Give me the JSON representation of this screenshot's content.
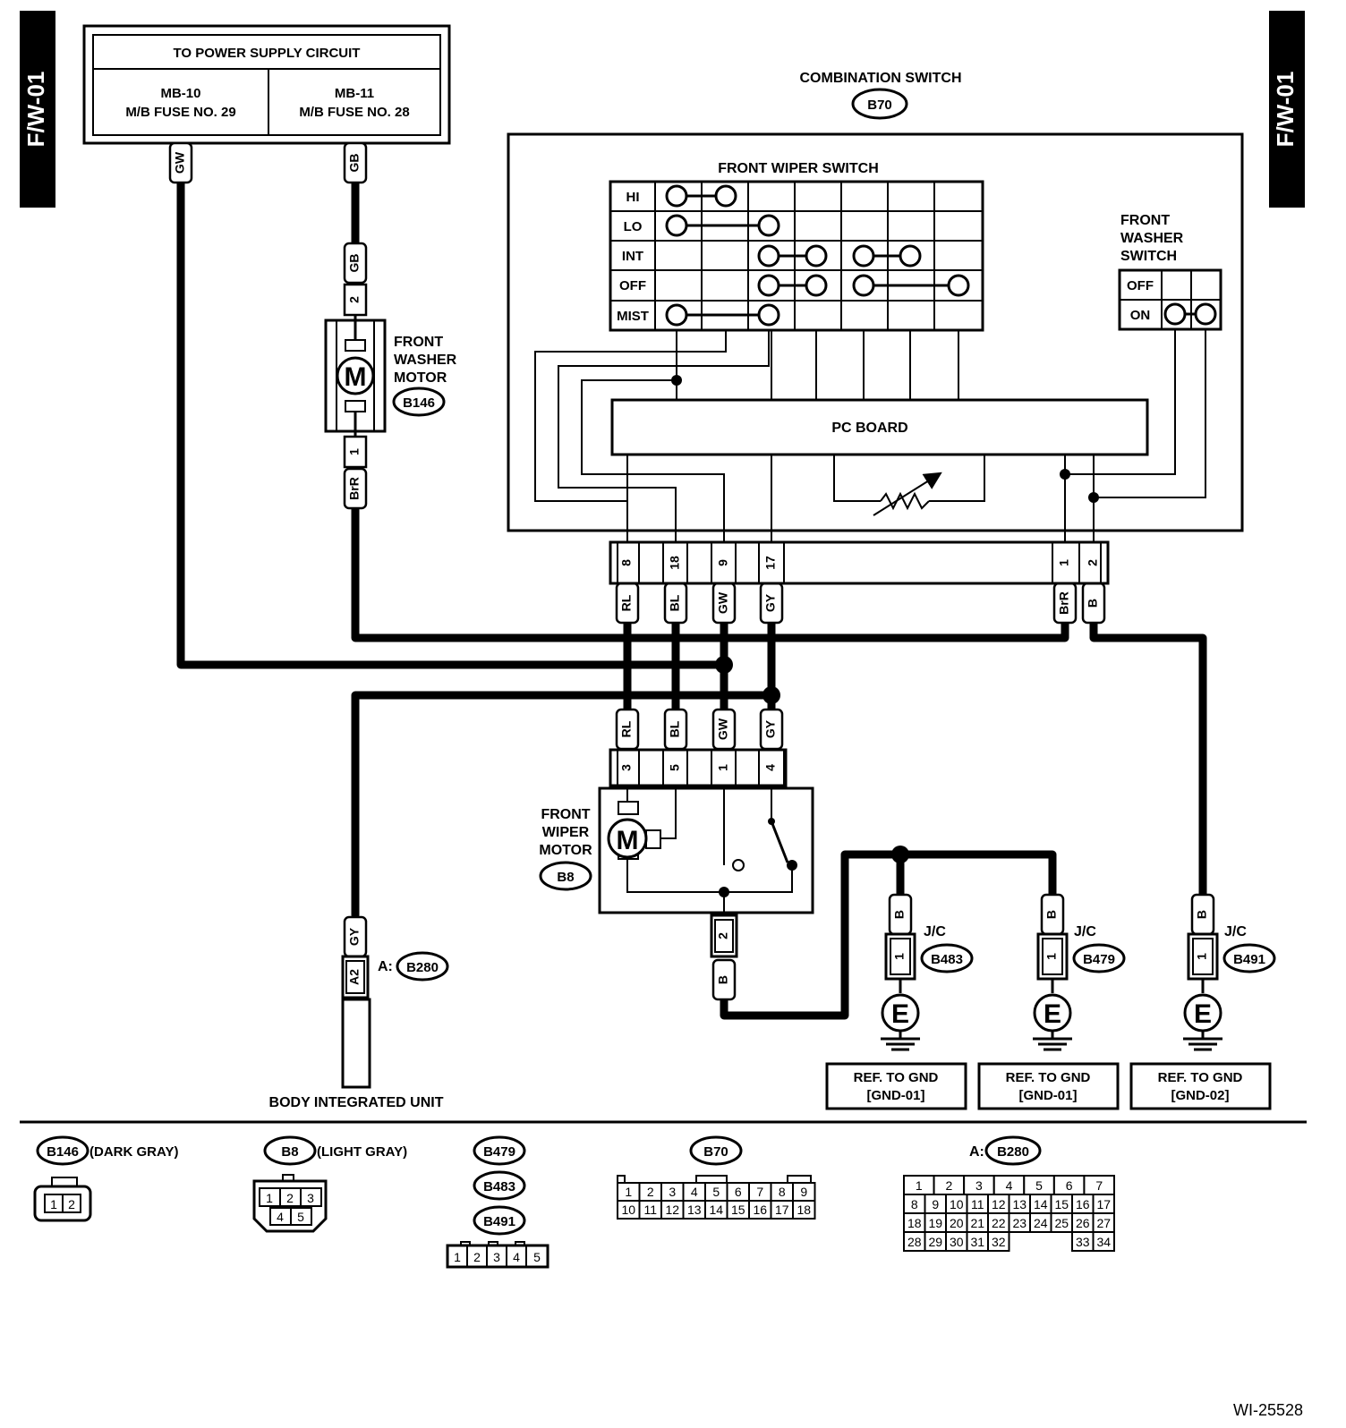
{
  "page_tag": "F/W-01",
  "diagram_id": "WI-25528",
  "power_supply": {
    "title": "TO POWER SUPPLY CIRCUIT",
    "left": {
      "line1": "MB-10",
      "line2": "M/B FUSE NO. 29"
    },
    "right": {
      "line1": "MB-11",
      "line2": "M/B FUSE NO. 28"
    }
  },
  "combination_switch": {
    "label": "COMBINATION SWITCH",
    "connector": "B70"
  },
  "front_wiper_switch": {
    "label": "FRONT WIPER SWITCH",
    "rows": [
      "HI",
      "LO",
      "INT",
      "OFF",
      "MIST"
    ]
  },
  "front_washer_switch": {
    "label_lines": [
      "FRONT",
      "WASHER",
      "SWITCH"
    ],
    "rows": [
      "OFF",
      "ON"
    ]
  },
  "pc_board": "PC BOARD",
  "front_washer_motor": {
    "label_lines": [
      "FRONT",
      "WASHER",
      "MOTOR"
    ],
    "connector": "B146",
    "symbol": "M",
    "pins": [
      "2",
      "1"
    ]
  },
  "front_wiper_motor": {
    "label_lines": [
      "FRONT",
      "WIPER",
      "MOTOR"
    ],
    "connector": "B8",
    "symbol": "M"
  },
  "body_integrated_unit": {
    "label": "BODY INTEGRATED UNIT",
    "connector_prefix": "A:",
    "connector": "B280",
    "pin": "A2"
  },
  "wire_colors": {
    "GW": "GW",
    "GB": "GB",
    "BrR": "BrR",
    "RL": "RL",
    "BL": "BL",
    "GY": "GY",
    "B": "B"
  },
  "b70_pins": {
    "p8": "8",
    "p18": "18",
    "p9": "9",
    "p17": "17",
    "p1": "1",
    "p2": "2"
  },
  "b8_pins": {
    "p3": "3",
    "p5": "5",
    "p1": "1",
    "p4": "4",
    "p2": "2"
  },
  "jc": [
    {
      "label": "J/C",
      "connector": "B483",
      "pin": "1",
      "wire": "B",
      "ground": "E",
      "ref_line1": "REF. TO GND",
      "ref_line2": "[GND-01]"
    },
    {
      "label": "J/C",
      "connector": "B479",
      "pin": "1",
      "wire": "B",
      "ground": "E",
      "ref_line1": "REF. TO GND",
      "ref_line2": "[GND-01]"
    },
    {
      "label": "J/C",
      "connector": "B491",
      "pin": "1",
      "wire": "B",
      "ground": "E",
      "ref_line1": "REF. TO GND",
      "ref_line2": "[GND-02]"
    }
  ],
  "legend": {
    "b146": {
      "connector": "B146",
      "desc": "(DARK GRAY)",
      "pins": [
        "1",
        "2"
      ]
    },
    "b8": {
      "connector": "B8",
      "desc": "(LIGHT GRAY)",
      "pins_top": [
        "1",
        "2",
        "3"
      ],
      "pins_bottom": [
        "4",
        "5"
      ]
    },
    "b479_group": {
      "connectors": [
        "B479",
        "B483",
        "B491"
      ],
      "pins": [
        "1",
        "2",
        "3",
        "4",
        "5"
      ]
    },
    "b70": {
      "connector": "B70",
      "pins_top": [
        "1",
        "2",
        "3",
        "4",
        "5",
        "6",
        "7",
        "8",
        "9"
      ],
      "pins_bottom": [
        "10",
        "11",
        "12",
        "13",
        "14",
        "15",
        "16",
        "17",
        "18"
      ]
    },
    "b280": {
      "prefix": "A:",
      "connector": "B280",
      "row1": [
        "1",
        "2",
        "3",
        "4",
        "5",
        "6",
        "7"
      ],
      "row2": [
        "8",
        "9",
        "10",
        "11",
        "12",
        "13",
        "14",
        "15",
        "16",
        "17"
      ],
      "row3": [
        "18",
        "19",
        "20",
        "21",
        "22",
        "23",
        "24",
        "25",
        "26",
        "27"
      ],
      "row4": [
        "28",
        "29",
        "30",
        "31",
        "32",
        "33",
        "34"
      ]
    }
  }
}
